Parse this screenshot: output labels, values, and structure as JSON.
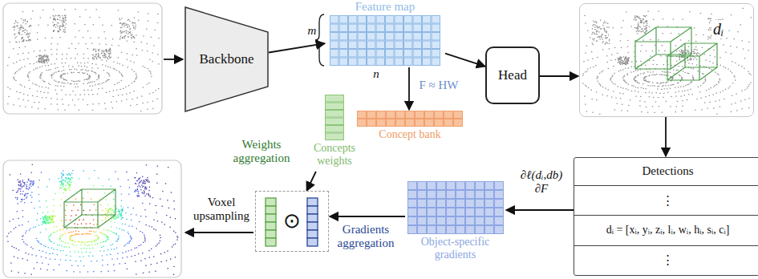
{
  "diagram": {
    "nodes": [
      {
        "text": [
          "Backbone"
        ]
      },
      {
        "text": [
          "Feature map"
        ]
      },
      {
        "text": [
          "Head"
        ]
      },
      {
        "text": [
          "dᵢ"
        ]
      },
      {
        "text": [
          "Concepts weights"
        ]
      },
      {
        "text": [
          "Concept bank"
        ]
      },
      {
        "text": [
          "Detections",
          "⋮",
          "dᵢ = [xᵢ, yᵢ, zᵢ, lᵢ, wᵢ, hᵢ, sᵢ, cᵢ]",
          "⋮"
        ]
      },
      {
        "text": [
          "Object-specific gradients"
        ]
      },
      {
        "text": [
          "⊙"
        ]
      }
    ],
    "edges": [
      {
        "from": 0,
        "to": 1,
        "arrow": "to"
      },
      {
        "from": 1,
        "to": 2,
        "arrow": "to"
      },
      {
        "from": 2,
        "to": 3,
        "arrow": "to"
      },
      {
        "from": 3,
        "to": 6,
        "arrow": "to"
      },
      {
        "from": 1,
        "to": 5,
        "arrow": "to",
        "label": "F ≈ HW"
      },
      {
        "from": 6,
        "to": 7,
        "arrow": "to",
        "label": "∂ℓ(dᵢ,db) ∂F"
      },
      {
        "from": 7,
        "to": 8,
        "arrow": "to",
        "label": "Gradients aggregation"
      },
      {
        "from": 4,
        "to": 8,
        "arrow": "to",
        "label": "Weights aggregation"
      }
    ],
    "labels": [
      "m",
      "n",
      "Voxel upsampling"
    ]
  }
}
